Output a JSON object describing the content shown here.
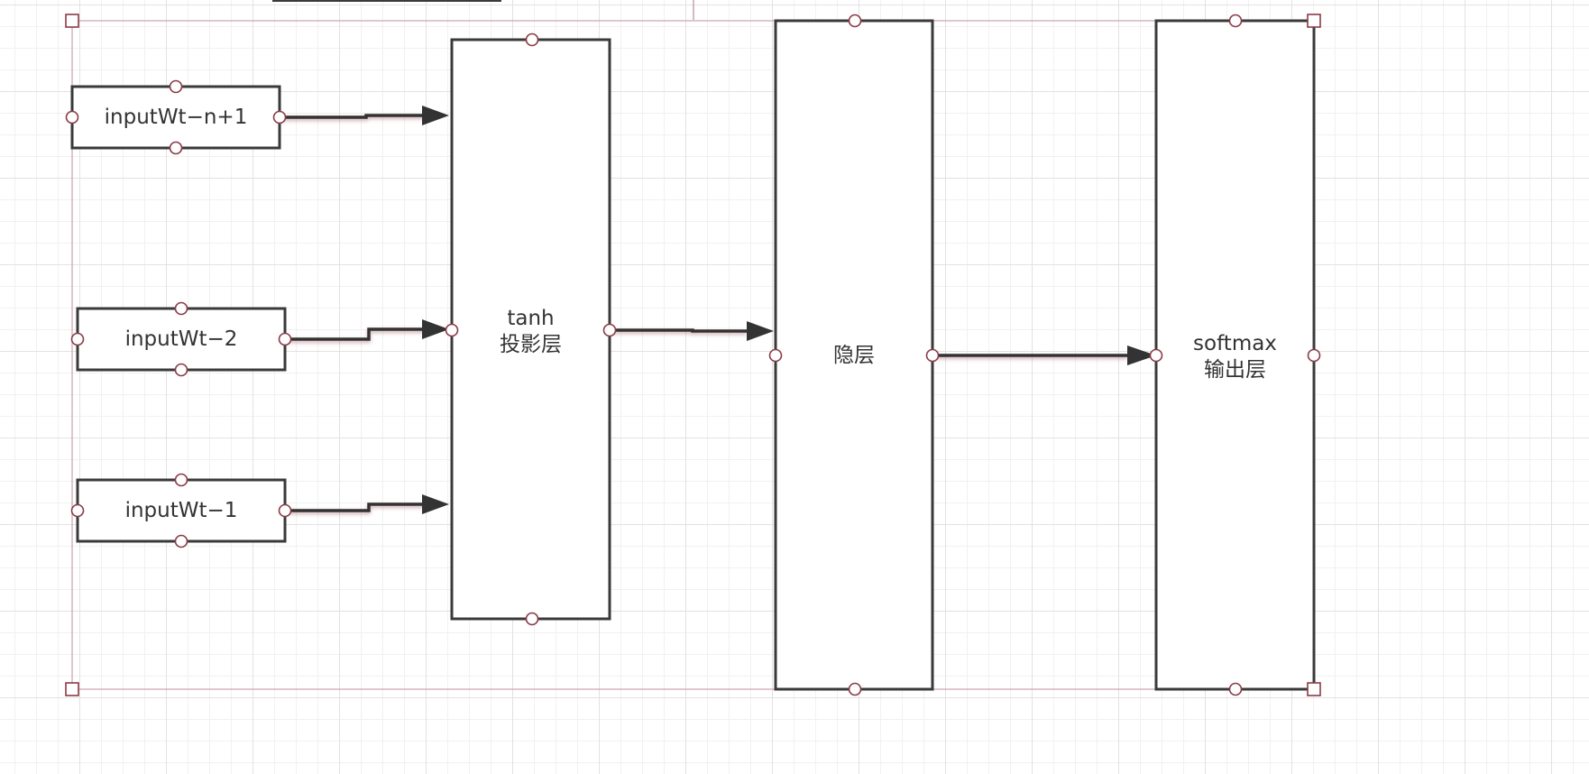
{
  "diagram": {
    "nodes": [
      {
        "id": "input-n1",
        "lines": [
          "inputWt−n+1"
        ]
      },
      {
        "id": "input-2",
        "lines": [
          "inputWt−2"
        ]
      },
      {
        "id": "input-1",
        "lines": [
          "inputWt−1"
        ]
      },
      {
        "id": "projection",
        "lines": [
          "tanh",
          "投影层"
        ]
      },
      {
        "id": "hidden",
        "lines": [
          "隐层"
        ]
      },
      {
        "id": "output",
        "lines": [
          "softmax",
          "输出层"
        ]
      }
    ],
    "edges": [
      {
        "from": "input-n1",
        "to": "projection"
      },
      {
        "from": "input-2",
        "to": "projection"
      },
      {
        "from": "input-1",
        "to": "projection"
      },
      {
        "from": "projection",
        "to": "hidden"
      },
      {
        "from": "hidden",
        "to": "output"
      }
    ],
    "colors": {
      "node_stroke": "#3a3a3a",
      "selection": "#c9a3ad",
      "handle_stroke": "#8a3b46",
      "edge": "#333333",
      "text": "#333333"
    }
  }
}
